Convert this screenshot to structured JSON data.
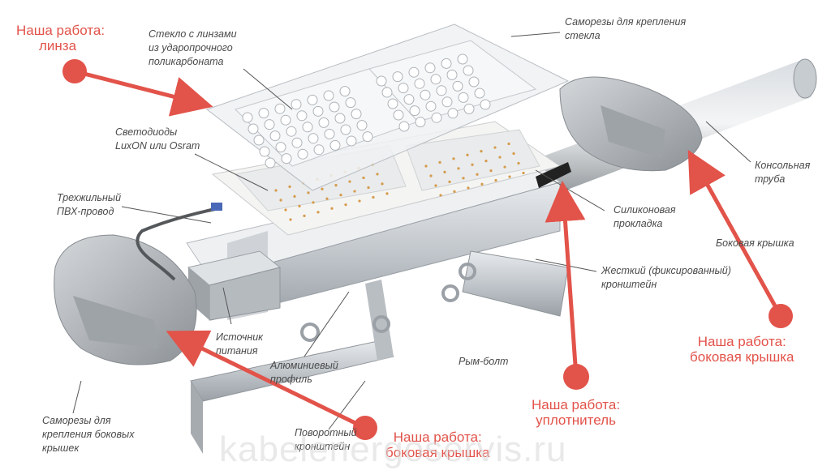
{
  "callouts": {
    "lens": {
      "line1": "Наша работа:",
      "line2": "линза"
    },
    "side_cover_right": {
      "line1": "Наша работа:",
      "line2": "боковая крышка"
    },
    "seal": {
      "line1": "Наша работа:",
      "line2": "уплотнитель"
    },
    "side_cover_left": {
      "line1": "Наша работа:",
      "line2": "боковая крышка"
    }
  },
  "labels": {
    "glass": {
      "line1": "Стекло с линзами",
      "line2": "из ударопрочного",
      "line3": "поликарбоната"
    },
    "screws_glass": {
      "line1": "Саморезы для крепления",
      "line2": "стекла"
    },
    "leds": {
      "line1": "Светодиоды",
      "line2": "LuxON или Osram"
    },
    "wire": {
      "line1": "Трехжильный",
      "line2": "ПВХ-провод"
    },
    "pipe": {
      "line1": "Консольная",
      "line2": "труба"
    },
    "gasket": {
      "line1": "Силиконовая",
      "line2": "прокладка"
    },
    "side_cover": {
      "line1": "Боковая крышка"
    },
    "bracket_fixed": {
      "line1": "Жесткий (фиксированный)",
      "line2": "кронштейн"
    },
    "power": {
      "line1": "Источник",
      "line2": "питания"
    },
    "eyebolt": {
      "line1": "Рым-болт"
    },
    "profile": {
      "line1": "Алюминиевый",
      "line2": "профиль"
    },
    "screws_covers": {
      "line1": "Саморезы для",
      "line2": "крепления боковых",
      "line3": "крышек"
    },
    "swivel": {
      "line1": "Поворотный",
      "line2": "кронштейн"
    }
  },
  "watermark": "kabelenergoservis.ru",
  "colors": {
    "accent": "#e2534a",
    "text": "#4a4a4a",
    "metal": "#bfc4c9",
    "cover": "#a9adb1"
  }
}
